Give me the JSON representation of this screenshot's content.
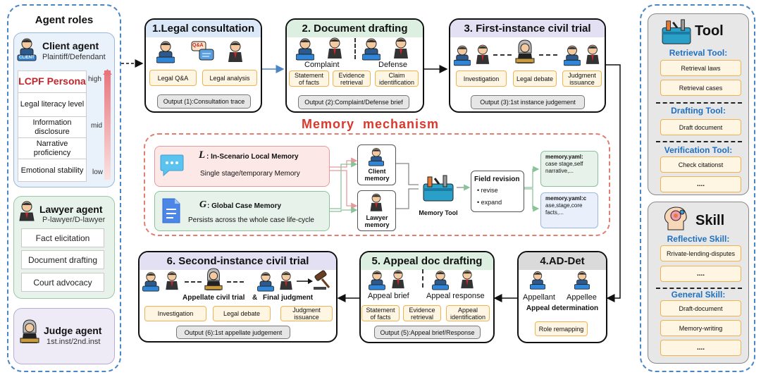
{
  "agent_roles": {
    "title": "Agent roles",
    "client": {
      "title": "Client agent",
      "subtitle": "Plaintiff/Defendant",
      "badge": "CLIENT"
    },
    "persona": {
      "title": "LCPF Persona",
      "items": [
        "Legal literacy level",
        "Information disclosure",
        "Narrative proficiency",
        "Emotional stability"
      ],
      "levels": [
        "high",
        "mid",
        "low"
      ]
    },
    "lawyer": {
      "title": "Lawyer agent",
      "subtitle": "P-lawyer/D-lawyer",
      "items": [
        "Fact elicitation",
        "Document drafting",
        "Court advocacy"
      ]
    },
    "judge": {
      "title": "Judge agent",
      "subtitle": "1st.inst/2nd.inst"
    }
  },
  "stages": {
    "s1": {
      "title": "1.Legal consultation",
      "qa_badge": "Q&A",
      "chips": [
        "Legal Q&A",
        "Legal analysis"
      ],
      "output": "Output (1):Consultation trace"
    },
    "s2": {
      "title": "2. Document drafting",
      "left_label": "Complaint",
      "right_label": "Defense",
      "chips": [
        "Statement of facts",
        "Evidence retrieval",
        "Claim identification"
      ],
      "output": "Output (2):Complaint/Defense brief"
    },
    "s3": {
      "title": "3. First-instance civil trial",
      "chips": [
        "Investigation",
        "Legal debate",
        "Judgment issuance"
      ],
      "output": "Output (3):1st instance judgement"
    },
    "s4": {
      "title": "4.AD-Det",
      "left_label": "Appellant",
      "right_label": "Appellee",
      "determination": "Appeal determination",
      "chip": "Role remapping"
    },
    "s5": {
      "title": "5. Appeal doc drafting",
      "left_label": "Appeal brief",
      "right_label": "Appeal response",
      "chips": [
        "Statement of facts",
        "Evidence retrieval",
        "Appeal identification"
      ],
      "output": "Output (5):Appeal brief/Response"
    },
    "s6": {
      "title": "6. Second-instance civil trial",
      "mid_label": "Appellate civil trial",
      "amp": "&",
      "right_label": "Final judgment",
      "chips": [
        "Investigation",
        "Legal debate",
        "Judgment issuance"
      ],
      "output": "Output (6):1st appellate judgement"
    }
  },
  "memory": {
    "title": "Memory mechanism",
    "local": {
      "letter": "L",
      "title": ": In-Scenario Local Memory",
      "desc": "Single stage/temporary Memory"
    },
    "global": {
      "letter": "G",
      "title": ": Global Case Memory",
      "desc": "Persists across the whole case life-cycle"
    },
    "client_memory": "Client memory",
    "lawyer_memory": "Lawyer memory",
    "tool_label": "Memory Tool",
    "field_revision": {
      "title": "Field revision",
      "items": [
        "revise",
        "expand"
      ]
    },
    "yaml1": {
      "title": "memory.yaml:",
      "body": "case stage,self narrative,..."
    },
    "yaml2": {
      "title": "memory.yaml:c",
      "body": "ase,stage,core facts,..."
    }
  },
  "tool": {
    "title": "Tool",
    "groups": [
      {
        "label": "Retrieval Tool:",
        "items": [
          "Retrieval laws",
          "Retrieval cases"
        ]
      },
      {
        "label": "Drafting Tool:",
        "items": [
          "Draft document"
        ]
      },
      {
        "label": "Verification Tool:",
        "items": [
          "Check citationst",
          "...."
        ]
      }
    ]
  },
  "skill": {
    "title": "Skill",
    "groups": [
      {
        "label": "Reflective Skill:",
        "items": [
          "Rrivate-lending-disputes",
          "...."
        ]
      },
      {
        "label": "General Skill:",
        "items": [
          "Draft-document",
          "Memory-writing",
          "...."
        ]
      }
    ]
  },
  "colors": {
    "accent_blue": "#1f6fbf",
    "memory_red": "#d9382c",
    "chip_border": "#f2b24f",
    "chip_fill": "#fff5e3"
  }
}
